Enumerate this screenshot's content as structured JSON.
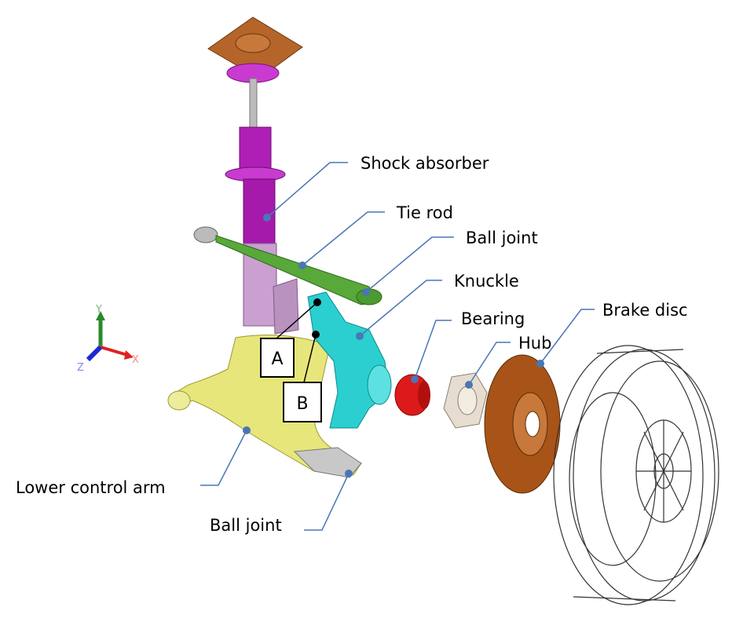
{
  "labels": {
    "shock_absorber": "Shock absorber",
    "tie_rod": "Tie rod",
    "ball_joint_upper": "Ball joint",
    "knuckle": "Knuckle",
    "bearing": "Bearing",
    "hub": "Hub",
    "brake_disc": "Brake disc",
    "lower_control_arm": "Lower control arm",
    "ball_joint_lower": "Ball joint"
  },
  "points": {
    "a": "A",
    "b": "B"
  },
  "axes": {
    "x": "X",
    "y": "Y",
    "z": "Z"
  },
  "colors": {
    "leader": "#4a76b5",
    "top_mount": "#b5652a",
    "shock": "#b01fb5",
    "strut_lower": "#c9a0cf",
    "tie_rod": "#58a83a",
    "knuckle": "#2bcfd0",
    "lower_arm": "#e6e67a",
    "bearing": "#dd1a1a",
    "hub": "#e6ddd0",
    "brake_disc": "#a85418"
  }
}
